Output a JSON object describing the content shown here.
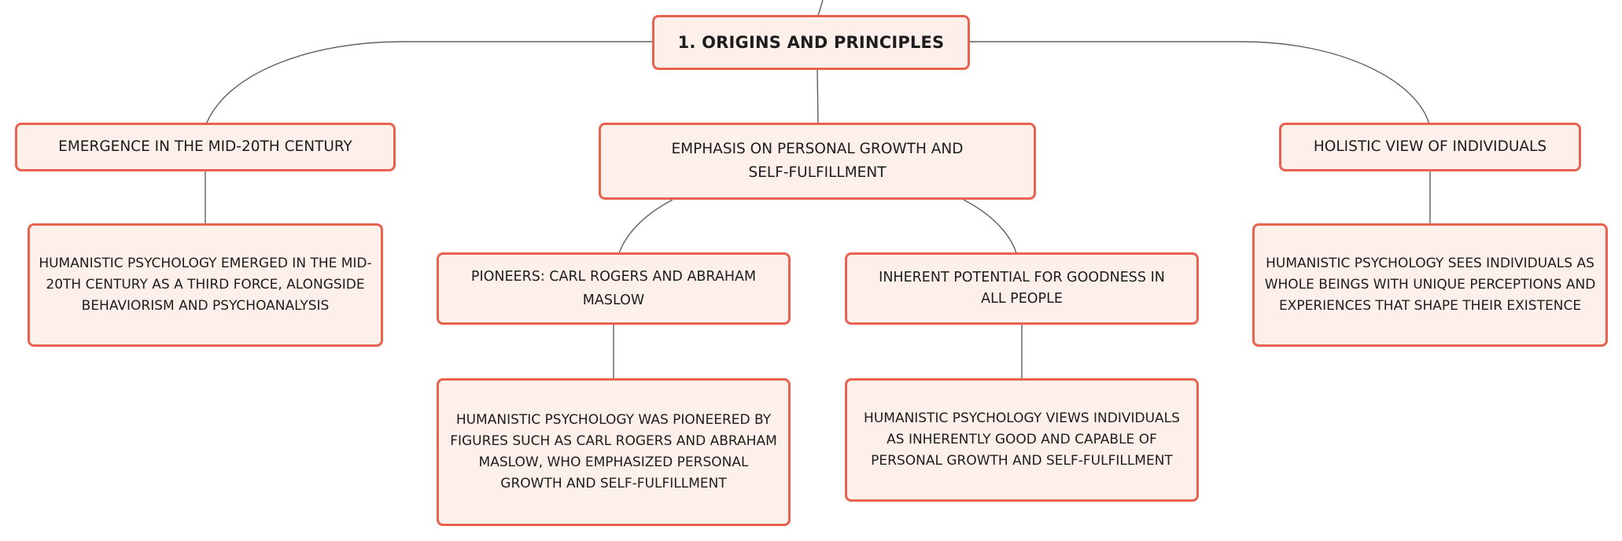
{
  "diagram": {
    "root": {
      "label": "1. ORIGINS AND PRINCIPLES"
    },
    "branches": [
      {
        "topic": "EMERGENCE IN THE MID-20TH CENTURY",
        "detail": "HUMANISTIC PSYCHOLOGY EMERGED IN THE MID-20TH CENTURY AS A THIRD FORCE, ALONGSIDE BEHAVIORISM AND PSYCHOANALYSIS"
      },
      {
        "topic": "EMPHASIS ON PERSONAL GROWTH AND SELF-FULFILLMENT",
        "children": [
          {
            "topic": "PIONEERS: CARL ROGERS AND ABRAHAM MASLOW",
            "detail": "HUMANISTIC PSYCHOLOGY WAS PIONEERED BY FIGURES SUCH AS CARL ROGERS AND ABRAHAM MASLOW, WHO EMPHASIZED PERSONAL GROWTH AND SELF-FULFILLMENT"
          },
          {
            "topic": "INHERENT POTENTIAL FOR GOODNESS IN ALL PEOPLE",
            "detail": "HUMANISTIC PSYCHOLOGY VIEWS INDIVIDUALS AS INHERENTLY GOOD AND CAPABLE OF PERSONAL GROWTH AND SELF-FULFILLMENT"
          }
        ]
      },
      {
        "topic": "HOLISTIC VIEW OF INDIVIDUALS",
        "detail": "HUMANISTIC PSYCHOLOGY SEES INDIVIDUALS AS WHOLE BEINGS WITH UNIQUE PERCEPTIONS AND EXPERIENCES THAT SHAPE THEIR EXISTENCE"
      }
    ]
  },
  "colors": {
    "node_border": "#e8624f",
    "node_fill": "#fdf0eb",
    "connector": "#5f5f5f",
    "text": "#1d1d1d"
  }
}
